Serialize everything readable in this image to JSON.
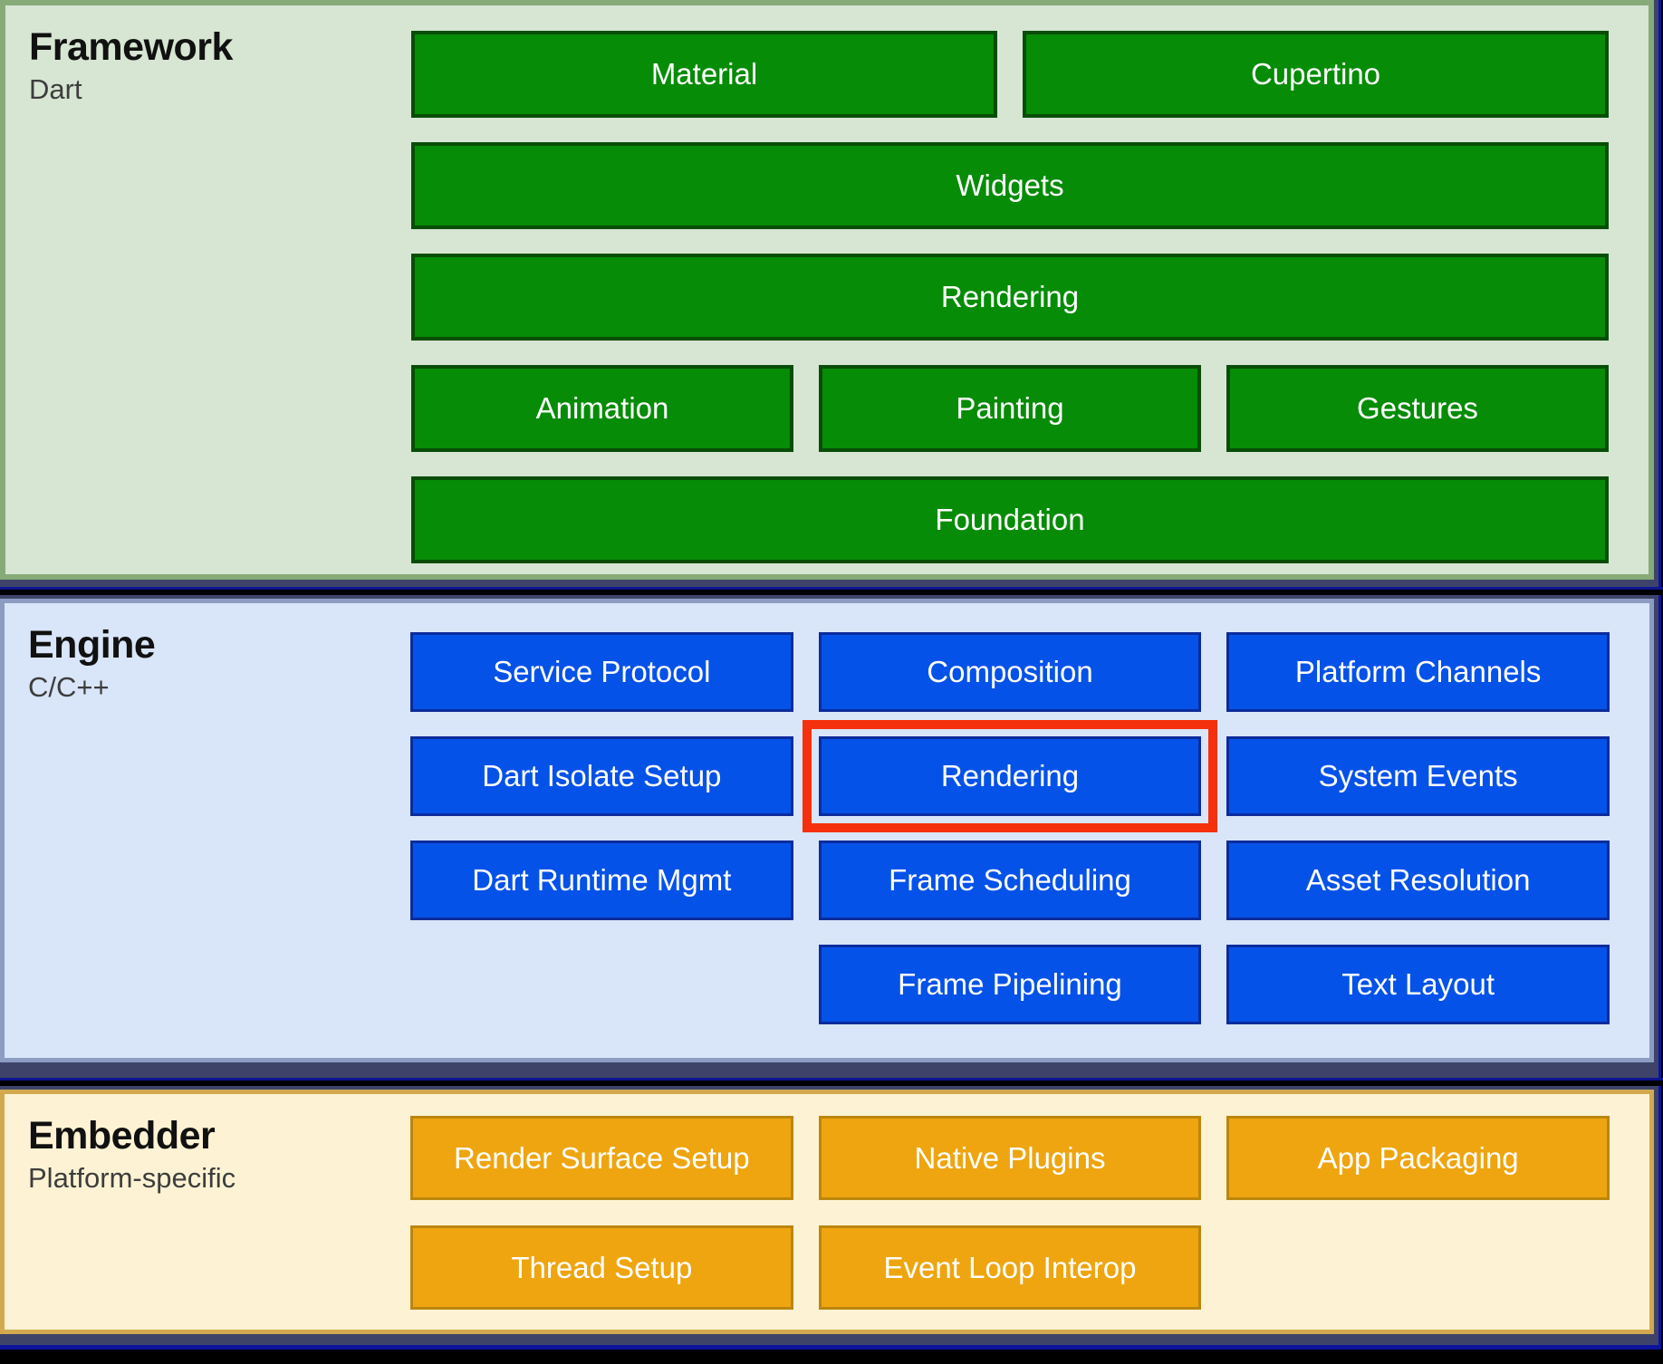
{
  "framework": {
    "title": "Framework",
    "subtitle": "Dart",
    "boxes": {
      "material": "Material",
      "cupertino": "Cupertino",
      "widgets": "Widgets",
      "rendering": "Rendering",
      "animation": "Animation",
      "painting": "Painting",
      "gestures": "Gestures",
      "foundation": "Foundation"
    }
  },
  "engine": {
    "title": "Engine",
    "subtitle": "C/C++",
    "boxes": {
      "service_protocol": "Service Protocol",
      "composition": "Composition",
      "platform_channels": "Platform Channels",
      "dart_isolate_setup": "Dart Isolate Setup",
      "rendering": "Rendering",
      "system_events": "System Events",
      "dart_runtime_mgmt": "Dart Runtime Mgmt",
      "frame_scheduling": "Frame Scheduling",
      "asset_resolution": "Asset Resolution",
      "frame_pipelining": "Frame Pipelining",
      "text_layout": "Text Layout"
    },
    "highlighted_box": "Rendering"
  },
  "embedder": {
    "title": "Embedder",
    "subtitle": "Platform-specific",
    "boxes": {
      "render_surface_setup": "Render Surface Setup",
      "native_plugins": "Native Plugins",
      "app_packaging": "App Packaging",
      "thread_setup": "Thread Setup",
      "event_loop_interop": "Event Loop Interop"
    }
  },
  "colors": {
    "framework_bg": "#d7e5d3",
    "framework_border": "#86ab78",
    "framework_box_fill": "#068c06",
    "framework_box_border": "#084d08",
    "engine_bg": "#d9e5f8",
    "engine_border": "#8c9cc2",
    "engine_box_fill": "#0552e9",
    "engine_box_border": "#0c2c9c",
    "embedder_bg": "#fdf3d4",
    "embedder_border": "#d2a94f",
    "embedder_box_fill": "#eea50f",
    "embedder_box_border": "#bc860e",
    "highlight_red": "#f5300c",
    "backdrop_navy": "#3e4469",
    "shadow_blue_line": "#0d139b",
    "box_text": "#ffffff"
  }
}
